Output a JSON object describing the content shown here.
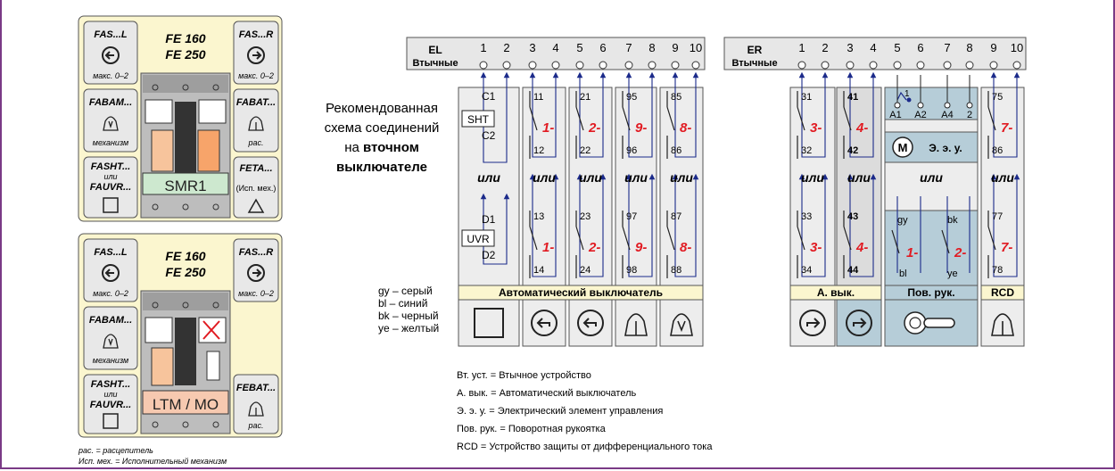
{
  "colors": {
    "frame": "#7a3a86",
    "panel_bg": "#fbf6cf",
    "module": "#ededed",
    "wire": "#1b2a8a",
    "red": "#e11b22",
    "orange": "#f7c49c",
    "green": "#cde8cf",
    "blue": "#b6cdd8",
    "terminal": "#dcdcdc",
    "header": "#e7e7e7"
  },
  "left_top": {
    "fas_l": "FAS...L",
    "max_l": "макс. 0–2",
    "fas_r": "FAS...R",
    "max_r": "макс. 0–2",
    "fe1": "FE 160",
    "fe2": "FE 250",
    "fabam": "FABAM...",
    "mech": "механизм",
    "fabat": "FABAT...",
    "rac": "рас.",
    "fasht": "FASHT...",
    "or": "или",
    "fauvr": "FAUVR...",
    "feta": "FETA...",
    "isp": "(Исп. мех.)",
    "box_label": "SMR1"
  },
  "left_bot": {
    "fas_l": "FAS...L",
    "max_l": "макс. 0–2",
    "fas_r": "FAS...R",
    "max_r": "макс. 0–2",
    "fe1": "FE 160",
    "fe2": "FE 250",
    "fabam": "FABAM...",
    "mech": "механизм",
    "fasht": "FASHT...",
    "or": "или",
    "fauvr": "FAUVR...",
    "febat": "FEBAT...",
    "rac": "рас.",
    "box_label": "LTM / MO"
  },
  "footnotes": [
    "рас. = расцепитель",
    "Исп. мех. = Исполнительный механизм"
  ],
  "recommend": [
    "Рекомендованная",
    "схема соединений",
    "на",
    "вточном",
    "выключателе"
  ],
  "el": {
    "title": "EL",
    "sub": "Втычные",
    "nums": [
      "1",
      "2",
      "3",
      "4",
      "5",
      "6",
      "7",
      "8",
      "9",
      "10"
    ]
  },
  "er": {
    "title": "ER",
    "sub": "Втычные",
    "nums": [
      "1",
      "2",
      "3",
      "4",
      "5",
      "6",
      "7",
      "8",
      "9",
      "10"
    ]
  },
  "or_word": "или",
  "modules": {
    "shunt": {
      "top": "C1",
      "bot": "C2",
      "box": "SHT",
      "top2": "D1",
      "bot2": "D2",
      "box2": "UVR"
    },
    "m1": {
      "t1": "11",
      "b1": "12",
      "r1": "1-",
      "t2": "13",
      "b2": "14",
      "r2": "1-"
    },
    "m2": {
      "t1": "21",
      "b1": "22",
      "r1": "2-",
      "t2": "23",
      "b2": "24",
      "r2": "2-"
    },
    "m3": {
      "t1": "95",
      "b1": "96",
      "r1": "9-",
      "t2": "97",
      "b2": "98",
      "r2": "9-"
    },
    "m4": {
      "t1": "85",
      "b1": "86",
      "r1": "8-",
      "t2": "87",
      "b2": "88",
      "r2": "8-"
    },
    "m5": {
      "t1": "31",
      "b1": "32",
      "r1": "3-",
      "t2": "33",
      "b2": "34",
      "r2": "3-"
    },
    "m6": {
      "t1": "41",
      "b1": "42",
      "r1": "4-",
      "t2": "43",
      "b2": "44",
      "r2": "4-"
    },
    "motor": {
      "top_num": "1",
      "a1": "A1",
      "a2": "A2",
      "a4": "A4",
      "n2": "2",
      "m": "M",
      "label": "Э. э. у.",
      "gy": "gy",
      "bk": "bk",
      "r1": "1-",
      "r2": "2-",
      "bl": "bl",
      "ye": "ye"
    },
    "m8": {
      "t1": "75",
      "b1": "86",
      "r1": "7-",
      "t2": "77",
      "b2": "78",
      "r2": "7-"
    }
  },
  "bars": {
    "auto": "Автоматический выключатель",
    "a_vyk": "А. вык.",
    "pov": "Пов. рук.",
    "rcd": "RCD"
  },
  "legend_colors": [
    "gy – серый",
    "bl – синий",
    "bk – черный",
    "ye – желтый"
  ],
  "legend_abbr": [
    "Вт. уст. = Втычное устройство",
    "А. вык. = Автоматический выключатель",
    "Э. э. у. = Электрический элемент управления",
    "Пов. рук. = Поворотная рукоятка",
    "RCD = Устройство защиты от дифференциального тока"
  ],
  "icons": [
    "square-icon",
    "trip-left-icon",
    "trip-left-icon",
    "bell-icon",
    "mechanism-bell-icon",
    "trip-right-icon",
    "trip-right-icon",
    "rotary-handle-icon",
    "bell-icon"
  ]
}
